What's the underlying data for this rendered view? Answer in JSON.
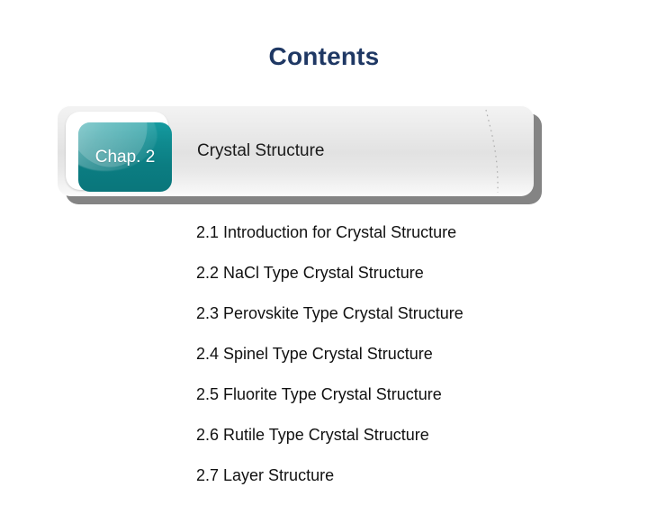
{
  "slide": {
    "title": "Contents",
    "background_color": "#ffffff",
    "title_color": "#1f3864"
  },
  "chapter_banner": {
    "chip_label": "Chap. 2",
    "chip_color": "#0f8a8f",
    "chip_text_color": "#ffffff",
    "chapter_title": "Crystal Structure",
    "bar_color": "#e9e9e9",
    "shadow_color": "#6f6f6f"
  },
  "contents": {
    "items": [
      {
        "label": "2.1 Introduction for Crystal Structure"
      },
      {
        "label": "2.2 NaCl Type Crystal Structure"
      },
      {
        "label": "2.3 Perovskite Type Crystal Structure"
      },
      {
        "label": "2.4 Spinel Type Crystal Structure"
      },
      {
        "label": "2.5 Fluorite Type Crystal Structure"
      },
      {
        "label": "2.6 Rutile Type Crystal Structure"
      },
      {
        "label": "2.7 Layer Structure"
      }
    ]
  }
}
